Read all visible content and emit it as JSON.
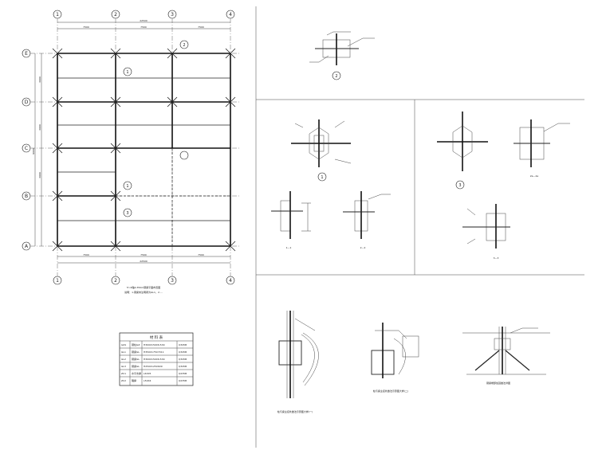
{
  "plan": {
    "grid_columns": [
      "1",
      "2",
      "3",
      "4"
    ],
    "grid_rows": [
      "E",
      "D",
      "C",
      "B",
      "A"
    ],
    "dims_top": [
      "22500",
      "7500",
      "7500",
      "7500"
    ],
    "dims_bottom": [
      "22500",
      "7500",
      "7500",
      "7500"
    ],
    "dims_side": [
      "9000",
      "3000",
      "3000",
      "3000"
    ],
    "callouts": [
      "2",
      "1",
      "1",
      "3"
    ],
    "title": "5～6轴0.350m钢梁平面布置图",
    "note": "说明：1.钢梁未注明者为GL1，2.…"
  },
  "details": {
    "d2": {
      "label": "2"
    },
    "d1": {
      "label": "1",
      "sec1": "1—1",
      "sec2": "2—2"
    },
    "d3": {
      "label": "3",
      "sec1": "2a—2a",
      "sec2": "3—3"
    }
  },
  "bottom_details": {
    "cap1": "柱与梁主接处做法示意图大样(一)",
    "cap2": "柱与梁主接处做法示意图大样(二)",
    "cap3": "钢梁端部加固做法详图"
  },
  "table": {
    "title": "材 料 表",
    "rows": [
      [
        "GZ1",
        "钢柱GZ",
        "H300X150X6.5X9",
        "Q345B"
      ],
      [
        "GL1",
        "钢梁GL",
        "H350X175X7X11",
        "Q345B"
      ],
      [
        "GL2",
        "钢梁GL",
        "H300X150X6.5X9",
        "Q345B"
      ],
      [
        "GL3",
        "钢梁GL",
        "H250X125X6X9",
        "Q345B"
      ],
      [
        "ZC1",
        "水平支撑",
        "L63X5",
        "Q235B"
      ],
      [
        "ZC2",
        "隅撑",
        "L50X4",
        "Q235B"
      ]
    ]
  }
}
